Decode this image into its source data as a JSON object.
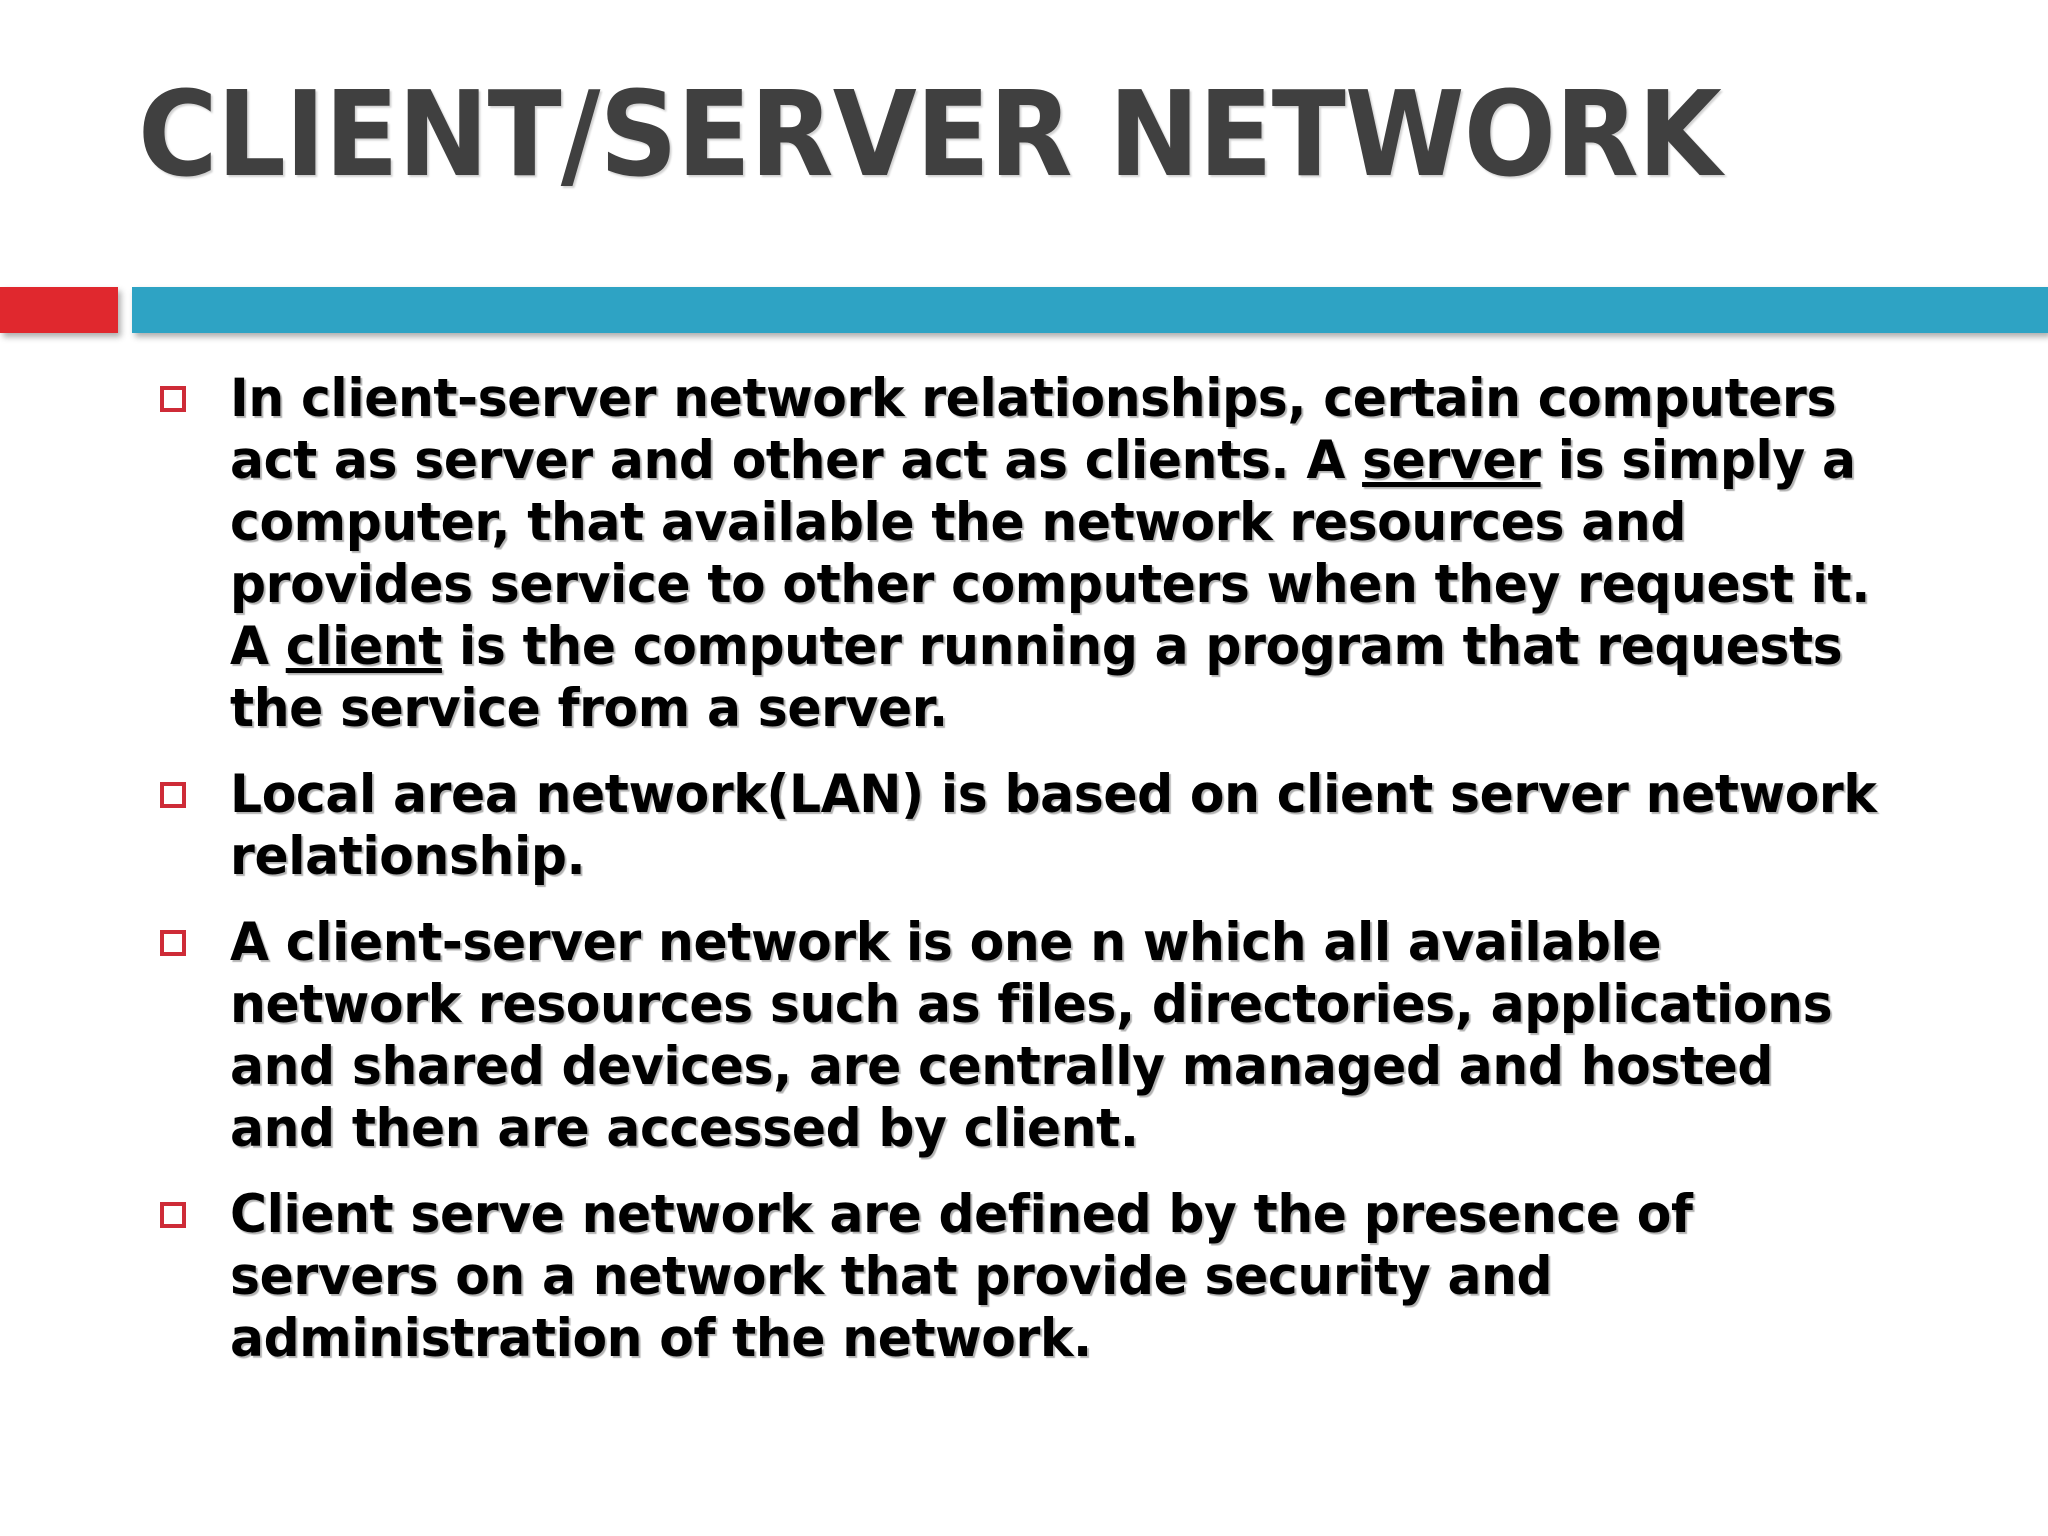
{
  "slide": {
    "title": "CLIENT/SERVER NETWORK",
    "background_color": "#ffffff",
    "title_color": "#404040",
    "accent_red": "#E0282E",
    "accent_blue": "#2EA3C4",
    "bullet_marker_color": "#CE2B37",
    "body_text_color": "#000000"
  },
  "bullets": [
    {
      "id": "bullet-1",
      "text": "In client-server network relationships, certain computers act as server and other act as clients. A server is simply a computer, that available the network resources and provides service to other computers when they request it. A client is the computer running a program that requests the service from a server.",
      "segments": [
        {
          "text": "In client-server network relationships, certain computers act as server and other act as clients. A ",
          "underline": false
        },
        {
          "text": "server",
          "underline": true
        },
        {
          "text": " is simply a computer, that available the network resources and provides service to other computers when they request it. A ",
          "underline": false
        },
        {
          "text": "client",
          "underline": true
        },
        {
          "text": " is the computer running a program that requests the service from a server.",
          "underline": false
        }
      ]
    },
    {
      "id": "bullet-2",
      "text": "Local area network(LAN) is based on client server network relationship.",
      "segments": [
        {
          "text": "Local area network(LAN) is based on client server network relationship.",
          "underline": false
        }
      ]
    },
    {
      "id": "bullet-3",
      "text": "A client-server network is one n which all available network resources such as files, directories, applications and shared devices, are centrally managed and hosted and then are accessed by client.",
      "segments": [
        {
          "text": "A client-server network is one n which all available network resources such as files, directories, applications and shared devices, are centrally managed and hosted and then are accessed by client.",
          "underline": false
        }
      ]
    },
    {
      "id": "bullet-4",
      "text": "Client serve network are defined by the presence of servers on a network that provide security and administration of the network.",
      "segments": [
        {
          "text": "Client serve network are defined by the presence of servers on a network that provide security and administration of the network.",
          "underline": false
        }
      ]
    }
  ]
}
